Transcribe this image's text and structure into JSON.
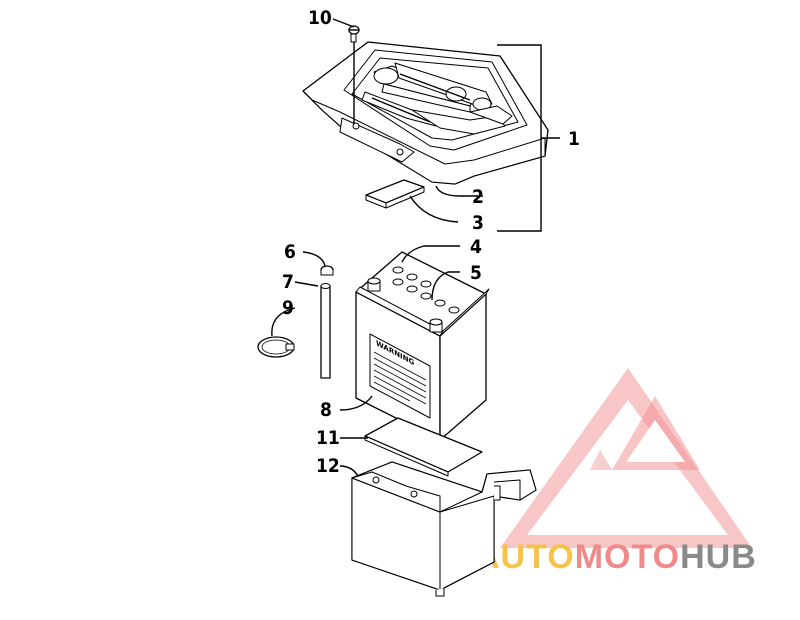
{
  "callouts": [
    "10",
    "1",
    "2",
    "3",
    "4",
    "5",
    "6",
    "7",
    "9",
    "8",
    "11",
    "12"
  ],
  "battery_label": "WARNING",
  "watermark": {
    "part1": "AUTO",
    "part2": "MOTO",
    "part3": "HUB",
    "color_yellow": "#f6c24a",
    "color_red": "#f08a8a",
    "color_gray": "#8a8a8a"
  }
}
